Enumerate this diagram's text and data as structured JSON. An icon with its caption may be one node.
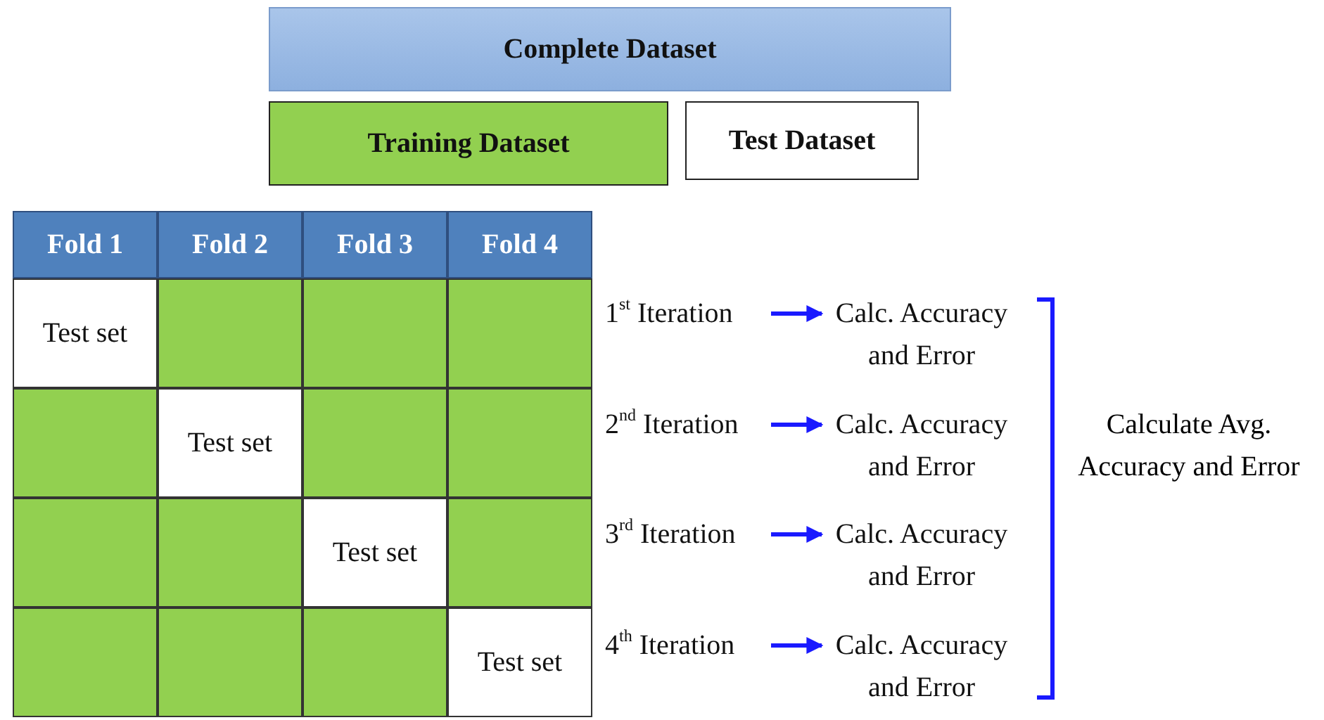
{
  "diagram": {
    "nodes": [
      {
        "text": [
          "Complete Dataset"
        ]
      },
      {
        "text": [
          "Training Dataset"
        ]
      },
      {
        "text": [
          "Test Dataset"
        ]
      },
      {
        "text": [
          "Fold 1"
        ]
      },
      {
        "text": [
          "Fold 2"
        ]
      },
      {
        "text": [
          "Fold 3"
        ]
      },
      {
        "text": [
          "Fold 4"
        ]
      },
      {
        "text": [
          "Test set"
        ]
      },
      {
        "text": [],
        "shape": "box"
      },
      {
        "text": [],
        "shape": "box"
      },
      {
        "text": [],
        "shape": "box"
      },
      {
        "text": [],
        "shape": "box"
      },
      {
        "text": [
          "Test set"
        ]
      },
      {
        "text": [],
        "shape": "box"
      },
      {
        "text": [],
        "shape": "box"
      },
      {
        "text": [],
        "shape": "box"
      },
      {
        "text": [],
        "shape": "box"
      },
      {
        "text": [
          "Test set"
        ]
      },
      {
        "text": [],
        "shape": "box"
      },
      {
        "text": [],
        "shape": "box"
      },
      {
        "text": [],
        "shape": "box"
      },
      {
        "text": [],
        "shape": "box"
      },
      {
        "text": [
          "Test set"
        ]
      },
      {
        "text": [
          "1$^{st}$ Iteration"
        ]
      },
      {
        "text": [
          "Calc. Accuracy and Error"
        ]
      },
      {
        "text": [
          "2$^{nd}$ Iteration"
        ]
      },
      {
        "text": [
          "Calc. Accuracy and Error"
        ]
      },
      {
        "text": [
          "3$^{rd}$ Iteration"
        ]
      },
      {
        "text": [
          "Calc. Accuracy and Error"
        ]
      },
      {
        "text": [
          "4$^{th}$ Iteration"
        ]
      },
      {
        "text": [
          "Calc. Accuracy and Error"
        ]
      }
    ],
    "edges": [
      {
        "from": 23,
        "to": 24,
        "arrow": "to"
      },
      {
        "from": 25,
        "to": 26,
        "arrow": "to"
      },
      {
        "from": 27,
        "to": 28,
        "arrow": "to"
      },
      {
        "from": 29,
        "to": 30,
        "arrow": "to"
      }
    ],
    "labels": [
      "Calculate Avg. Accuracy and Error"
    ]
  }
}
